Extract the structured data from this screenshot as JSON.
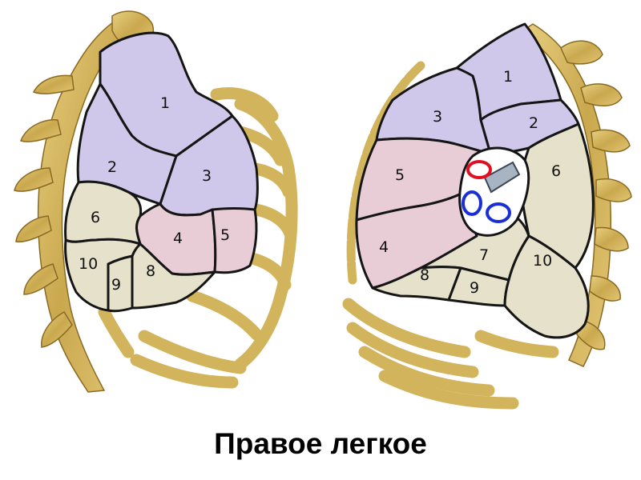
{
  "title": "Правое легкое",
  "colors": {
    "upper_lobe": "#cfc8ea",
    "middle_lobe": "#e8cdd6",
    "lower_lobe": "#e6e1cb",
    "bone": "#d2b45c",
    "bone_edge": "#8a6a22",
    "outline": "#151515",
    "vein": "#1b2fd6",
    "artery": "#e01020",
    "hilum": "#ffffff"
  },
  "lateral_view": {
    "segments": [
      "1",
      "2",
      "3",
      "4",
      "5",
      "6",
      "8",
      "9",
      "10"
    ]
  },
  "medial_view": {
    "segments": [
      "1",
      "2",
      "3",
      "4",
      "5",
      "6",
      "7",
      "8",
      "9",
      "10"
    ]
  }
}
